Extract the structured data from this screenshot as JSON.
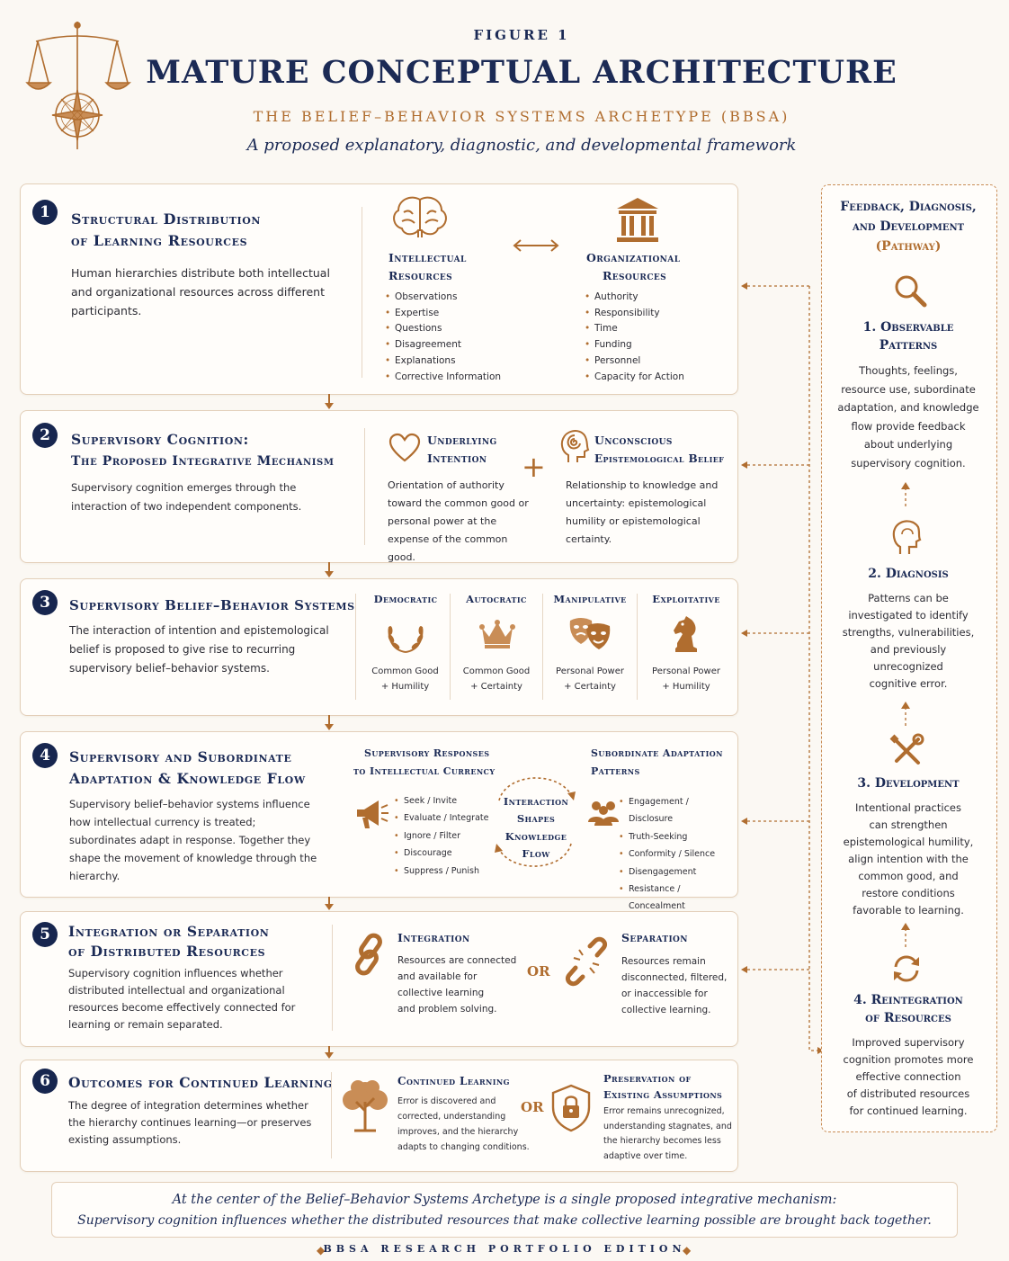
{
  "header": {
    "figure_label": "FIGURE 1",
    "title": "MATURE CONCEPTUAL ARCHITECTURE",
    "subtitle": "THE BELIEF–BEHAVIOR SYSTEMS ARCHETYPE (BBSA)",
    "tagline": "A proposed explanatory, diagnostic, and developmental framework"
  },
  "colors": {
    "navy": "#1b2a55",
    "copper": "#b06d2f",
    "background": "#fbf8f3"
  },
  "sections": [
    {
      "number": "1",
      "title_line1": "Structural Distribution",
      "title_line2": "of Learning Resources",
      "description": "Human hierarchies distribute both intellectual and organizational resources across different participants.",
      "intellectual": {
        "icon": "brain-icon",
        "title_line1": "Intellectual",
        "title_line2": "Resources",
        "items": [
          "Observations",
          "Expertise",
          "Questions",
          "Disagreement",
          "Explanations",
          "Corrective Information"
        ]
      },
      "connector_icon": "double-arrow-icon",
      "organizational": {
        "icon": "institution-icon",
        "title_line1": "Organizational",
        "title_line2": "Resources",
        "items": [
          "Authority",
          "Responsibility",
          "Time",
          "Funding",
          "Personnel",
          "Capacity for Action"
        ]
      }
    },
    {
      "number": "2",
      "title_line1": "Supervisory Cognition:",
      "title_line2": "The Proposed Integrative Mechanism",
      "description": "Supervisory cognition emerges through the interaction of two independent components.",
      "intention": {
        "icon": "heart-icon",
        "title_line1": "Underlying",
        "title_line2": "Intention",
        "text": "Orientation of authority toward the common good or personal power at the expense of the common good."
      },
      "plus": "+",
      "belief": {
        "icon": "head-spiral-icon",
        "title_line1": "Unconscious",
        "title_line2": "Epistemological Belief",
        "text": "Relationship to knowledge and uncertainty: epistemological humility or epistemological certainty."
      }
    },
    {
      "number": "3",
      "title": "Supervisory Belief–Behavior Systems",
      "description": "The interaction of intention and epistemological belief is proposed to give rise to recurring supervisory belief–behavior systems.",
      "systems": [
        {
          "name": "Democratic",
          "icon": "laurel-icon",
          "line1": "Common Good",
          "line2": "+ Humility"
        },
        {
          "name": "Autocratic",
          "icon": "crown-icon",
          "line1": "Common Good",
          "line2": "+ Certainty"
        },
        {
          "name": "Manipulative",
          "icon": "masks-icon",
          "line1": "Personal Power",
          "line2": "+ Certainty"
        },
        {
          "name": "Exploitative",
          "icon": "chess-knight-icon",
          "line1": "Personal Power",
          "line2": "+ Humility"
        }
      ]
    },
    {
      "number": "4",
      "title_line1": "Supervisory and Subordinate",
      "title_line2": "Adaptation & Knowledge Flow",
      "description": "Supervisory belief–behavior systems influence how intellectual currency is treated; subordinates adapt in response. Together they shape the movement of knowledge through the hierarchy.",
      "responses": {
        "icon": "megaphone-icon",
        "title_line1": "Supervisory Responses",
        "title_line2": "to Intellectual Currency",
        "items": [
          "Seek / Invite",
          "Evaluate / Integrate",
          "Ignore / Filter",
          "Discourage",
          "Suppress / Punish"
        ]
      },
      "center": {
        "line1": "Interaction",
        "line2": "Shapes",
        "line3": "Knowledge",
        "line4": "Flow"
      },
      "adaptation": {
        "icon": "people-icon",
        "title_line1": "Subordinate Adaptation",
        "title_line2": "Patterns",
        "items": [
          "Engagement / Disclosure",
          "Truth-Seeking",
          "Conformity / Silence",
          "Disengagement",
          "Resistance / Concealment"
        ]
      }
    },
    {
      "number": "5",
      "title_line1": "Integration or Separation",
      "title_line2": "of Distributed Resources",
      "description": "Supervisory cognition influences whether distributed intellectual and organizational resources become effectively connected for learning or remain separated.",
      "integration": {
        "icon": "chain-link-icon",
        "title": "Integration",
        "text_lines": [
          "Resources are connected",
          "and available for",
          "collective learning",
          "and problem solving."
        ]
      },
      "or": "OR",
      "separation": {
        "icon": "broken-chain-icon",
        "title": "Separation",
        "text_lines": [
          "Resources remain",
          "disconnected, filtered,",
          "or inaccessible for",
          "collective learning."
        ]
      }
    },
    {
      "number": "6",
      "title": "Outcomes for Continued Learning",
      "description": "The degree of integration determines whether the hierarchy continues learning—or preserves existing assumptions.",
      "continued": {
        "icon": "tree-icon",
        "title": "Continued Learning",
        "text_lines": [
          "Error is discovered and",
          "corrected, understanding",
          "improves, and the hierarchy",
          "adapts to changing conditions."
        ]
      },
      "or": "OR",
      "preservation": {
        "icon": "shield-lock-icon",
        "title_line1": "Preservation of",
        "title_line2": "Existing Assumptions",
        "text_lines": [
          "Error remains unrecognized,",
          "understanding stagnates, and",
          "the hierarchy becomes less",
          "adaptive over time."
        ]
      }
    }
  ],
  "pathway": {
    "title_line1": "Feedback, Diagnosis,",
    "title_line2": "and Development",
    "title_line3": "(Pathway)",
    "steps": [
      {
        "icon": "magnifier-icon",
        "title_line1": "1. Observable",
        "title_line2": "Patterns",
        "text_lines": [
          "Thoughts, feelings,",
          "resource use, subordinate",
          "adaptation, and knowledge",
          "flow provide feedback",
          "about underlying",
          "supervisory cognition."
        ]
      },
      {
        "icon": "head-profile-icon",
        "title_line1": "2. Diagnosis",
        "title_line2": "",
        "text_lines": [
          "Patterns can be",
          "investigated to identify",
          "strengths, vulnerabilities,",
          "and previously",
          "unrecognized",
          "cognitive error."
        ]
      },
      {
        "icon": "tools-icon",
        "title_line1": "3. Development",
        "title_line2": "",
        "text_lines": [
          "Intentional practices",
          "can strengthen",
          "epistemological humility,",
          "align intention with the",
          "common good, and",
          "restore conditions",
          "favorable to learning."
        ]
      },
      {
        "icon": "cycle-arrows-icon",
        "title_line1": "4. Reintegration",
        "title_line2": "of Resources",
        "text_lines": [
          "Improved supervisory",
          "cognition promotes more",
          "effective connection",
          "of distributed resources",
          "for continued learning."
        ]
      }
    ]
  },
  "footer": {
    "line1": "At the center of the Belief–Behavior Systems Archetype is a single proposed integrative mechanism:",
    "line2": "Supervisory cognition influences whether the distributed resources that make collective learning possible are brought back together.",
    "edition": "BBSA RESEARCH PORTFOLIO EDITION"
  }
}
